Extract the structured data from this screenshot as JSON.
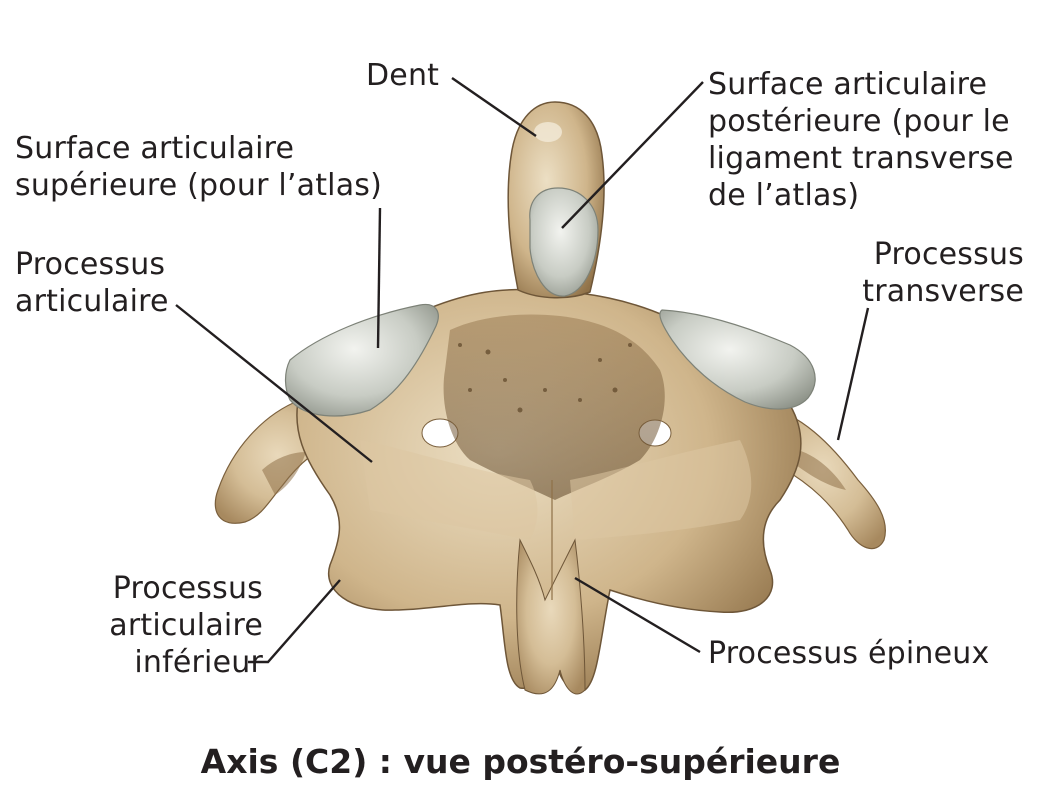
{
  "labels": {
    "dent": "Dent",
    "surface_posterieure": [
      "Surface articulaire",
      "postérieure (pour le",
      "ligament transverse",
      "de l’atlas)"
    ],
    "surface_superieure": [
      "Surface articulaire",
      "supérieure (pour l’atlas)"
    ],
    "processus_articulaire": [
      "Processus",
      "articulaire"
    ],
    "processus_transverse": [
      "Processus",
      "transverse"
    ],
    "processus_articulaire_inferieur": [
      "Processus",
      "articulaire",
      "inférieur"
    ],
    "processus_epineux": "Processus épineux"
  },
  "caption": "Axis (C2) : vue postéro-supérieure",
  "colors": {
    "bone": "#d8c29f",
    "bone_shadow": "#a98c63",
    "bone_dark": "#6e5638",
    "cartilage": "#c9cdc6",
    "leader": "#231f20",
    "text": "#231f20"
  }
}
